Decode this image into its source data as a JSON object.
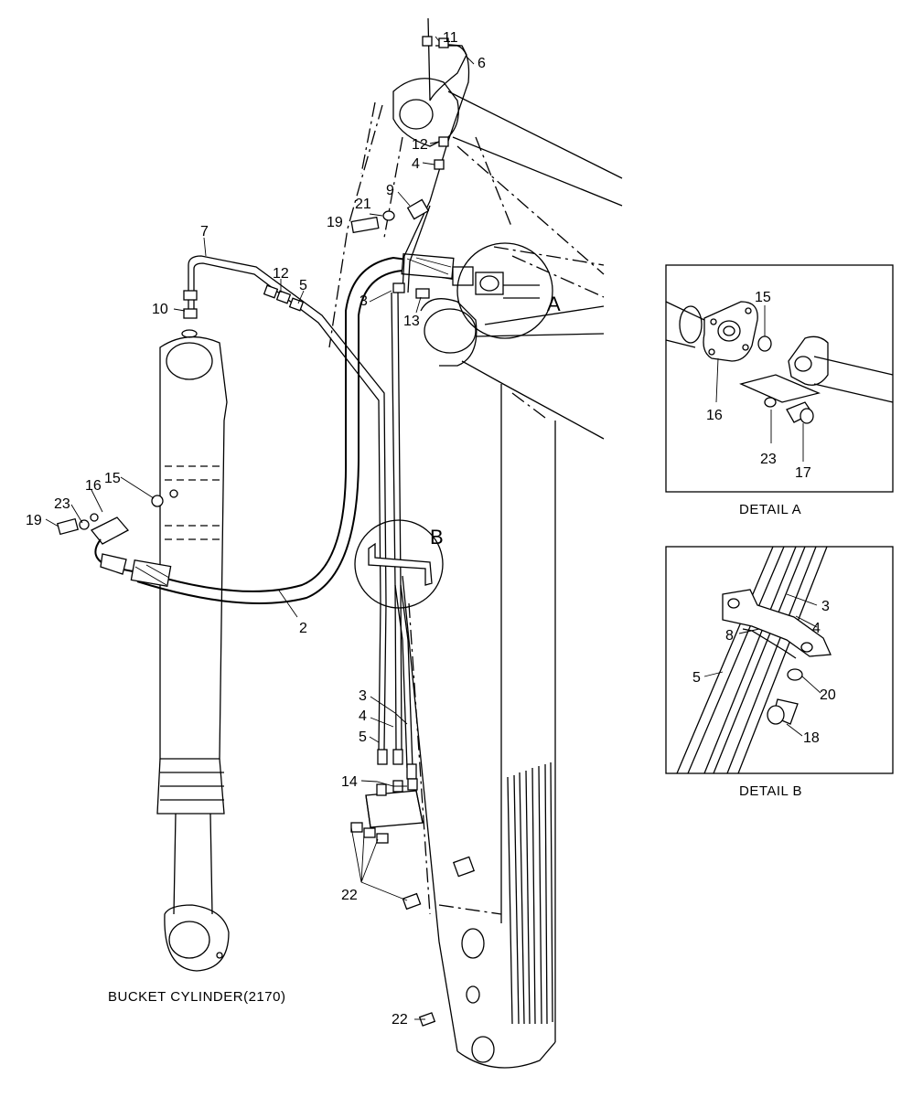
{
  "captions": {
    "bucket_cylinder": "BUCKET CYLINDER(2170)",
    "detail_a": "DETAIL  A",
    "detail_b": "DETAIL  B"
  },
  "detail_letters": {
    "a": "A",
    "b": "B"
  },
  "callouts": {
    "main": {
      "c11": "11",
      "c6": "6",
      "c12_top": "12",
      "c4_top": "4",
      "c9": "9",
      "c21": "21",
      "c19_top": "19",
      "c7": "7",
      "c12_mid": "12",
      "c5_mid": "5",
      "c10": "10",
      "c3_top": "3",
      "c13": "13",
      "c16": "16",
      "c15": "15",
      "c23": "23",
      "c19_left": "19",
      "c2": "2",
      "c3_low": "3",
      "c4_low": "4",
      "c5_low": "5",
      "c14": "14",
      "c22_mid": "22",
      "c22_bottom": "22"
    },
    "detail_a": {
      "c15": "15",
      "c16": "16",
      "c23": "23",
      "c17": "17"
    },
    "detail_b": {
      "c3": "3",
      "c4": "4",
      "c8": "8",
      "c5": "5",
      "c20": "20",
      "c18": "18"
    }
  }
}
